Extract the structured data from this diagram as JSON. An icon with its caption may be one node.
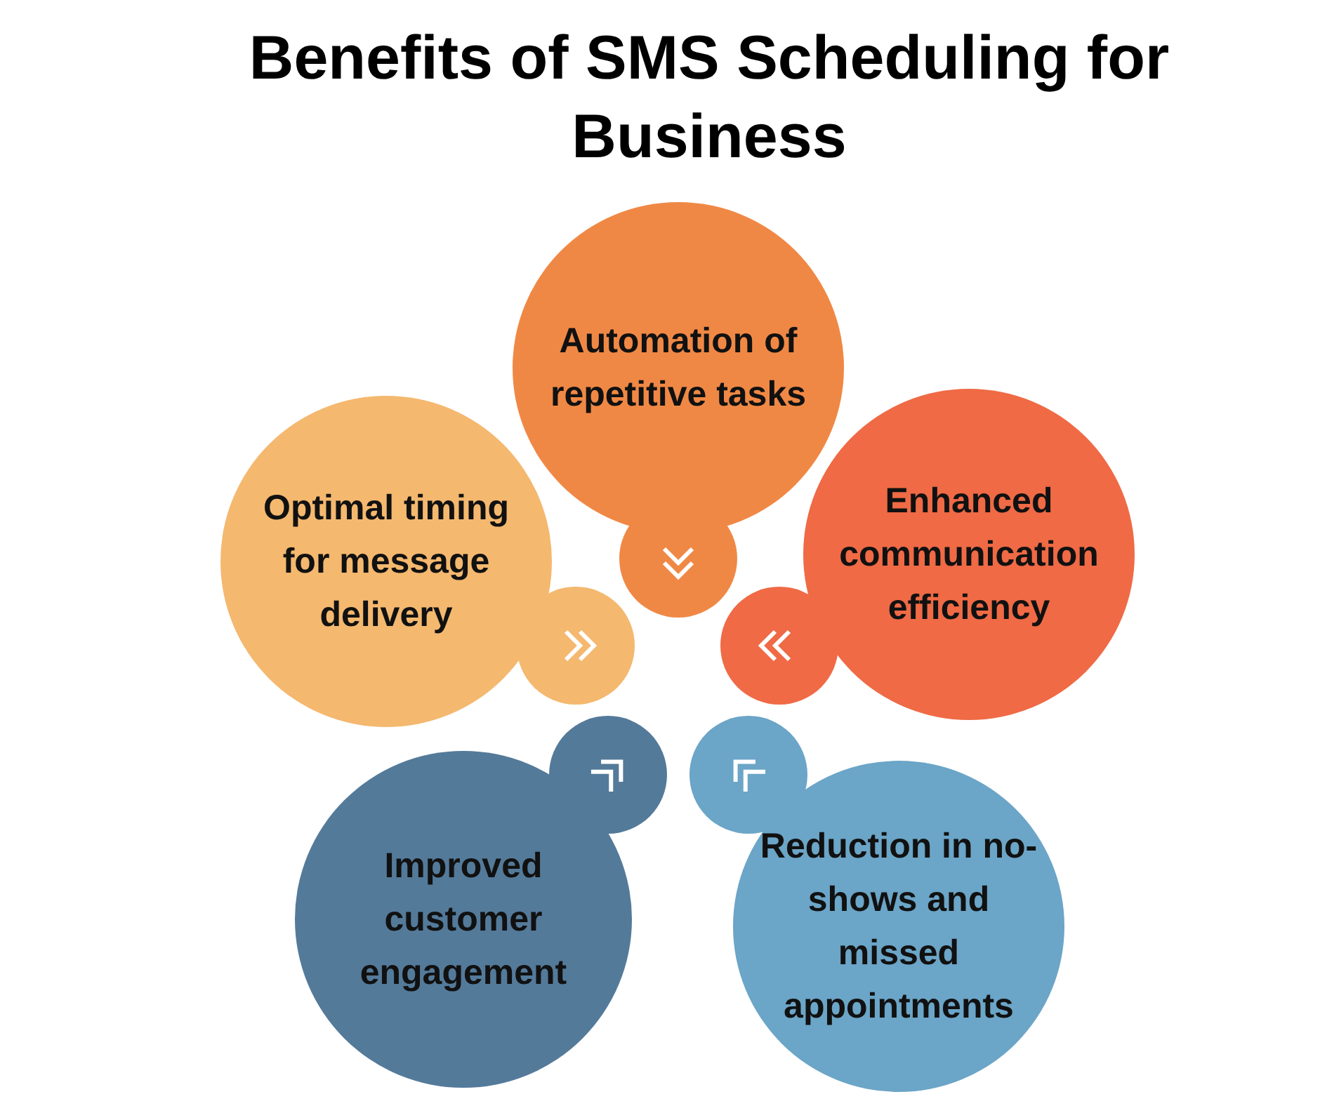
{
  "diagram": {
    "title": "Benefits of SMS Scheduling for Business",
    "nodes": [
      {
        "text": [
          "Automation of repetitive tasks"
        ]
      },
      {
        "text": [
          "Optimal timing for message delivery"
        ]
      },
      {
        "text": [
          "Enhanced communication efficiency"
        ]
      },
      {
        "text": [
          "Improved customer engagement"
        ]
      },
      {
        "text": [
          "Reduction in no-shows and missed appointments"
        ]
      }
    ],
    "edges": []
  }
}
